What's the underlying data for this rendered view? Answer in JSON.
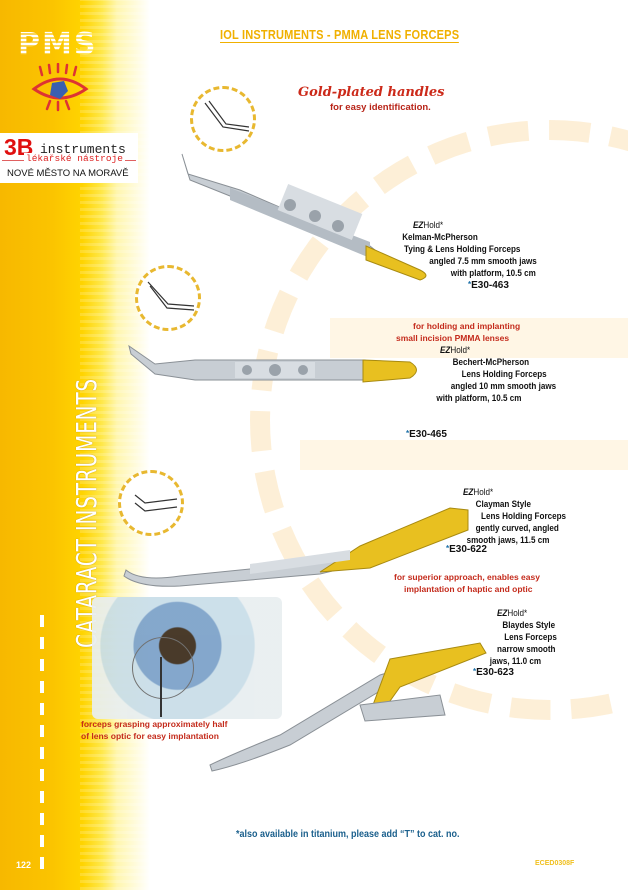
{
  "sidebar": {
    "logo_text": "PMS",
    "brand": {
      "name_bold": "3B",
      "name_rest": "instruments",
      "subtitle": "lékařské nástroje",
      "city": "NOVÉ MĚSTO NA MORAVĚ"
    },
    "section_title": "CATARACT INSTRUMENTS",
    "page_number": "122"
  },
  "header": {
    "title": "IOL INSTRUMENTS - PMMA LENS FORCEPS"
  },
  "intro": {
    "headline": "Gold-plated handles",
    "subline": "for easy identification."
  },
  "products": [
    {
      "brand_ez": "EZ",
      "brand_hold": "Hold*",
      "lines": [
        "Kelman-McPherson",
        "Tying & Lens Holding Forceps",
        "angled 7.5 mm smooth jaws",
        "with platform, 10.5 cm"
      ],
      "cat_star": "*",
      "cat_no": "E30-463"
    },
    {
      "brand_ez": "EZ",
      "brand_hold": "Hold*",
      "lines": [
        "Bechert-McPherson",
        "Lens Holding Forceps",
        "angled 10 mm smooth jaws",
        "with platform, 10.5 cm"
      ],
      "cat_star": "*",
      "cat_no": "E30-465"
    },
    {
      "brand_ez": "EZ",
      "brand_hold": "Hold*",
      "lines": [
        "Clayman Style",
        "Lens Holding Forceps",
        "gently curved, angled",
        "smooth jaws, 11.5 cm"
      ],
      "cat_star": "*",
      "cat_no": "E30-622"
    },
    {
      "brand_ez": "EZ",
      "brand_hold": "Hold*",
      "lines": [
        "Blaydes Style",
        "Lens Forceps",
        "narrow smooth",
        "jaws, 11.0 cm"
      ],
      "cat_star": "*",
      "cat_no": "E30-623"
    }
  ],
  "notes": {
    "pmma": [
      "for holding and implanting",
      "small incision PMMA lenses"
    ],
    "superior": [
      "for superior approach, enables easy",
      "implantation of haptic and optic"
    ],
    "photo_caption": [
      "forceps grasping approximately half",
      "of lens optic for easy implantation"
    ]
  },
  "footer": {
    "titanium_note": "*also available in titanium, please add “T” to cat. no.",
    "code": "ECED0308F"
  },
  "colors": {
    "sidebar_yellow": "#fbc400",
    "header_gold": "#f0b000",
    "note_red": "#c42b1c",
    "footer_blue": "#1a5f8c",
    "gold_handle": "#e8c020"
  }
}
